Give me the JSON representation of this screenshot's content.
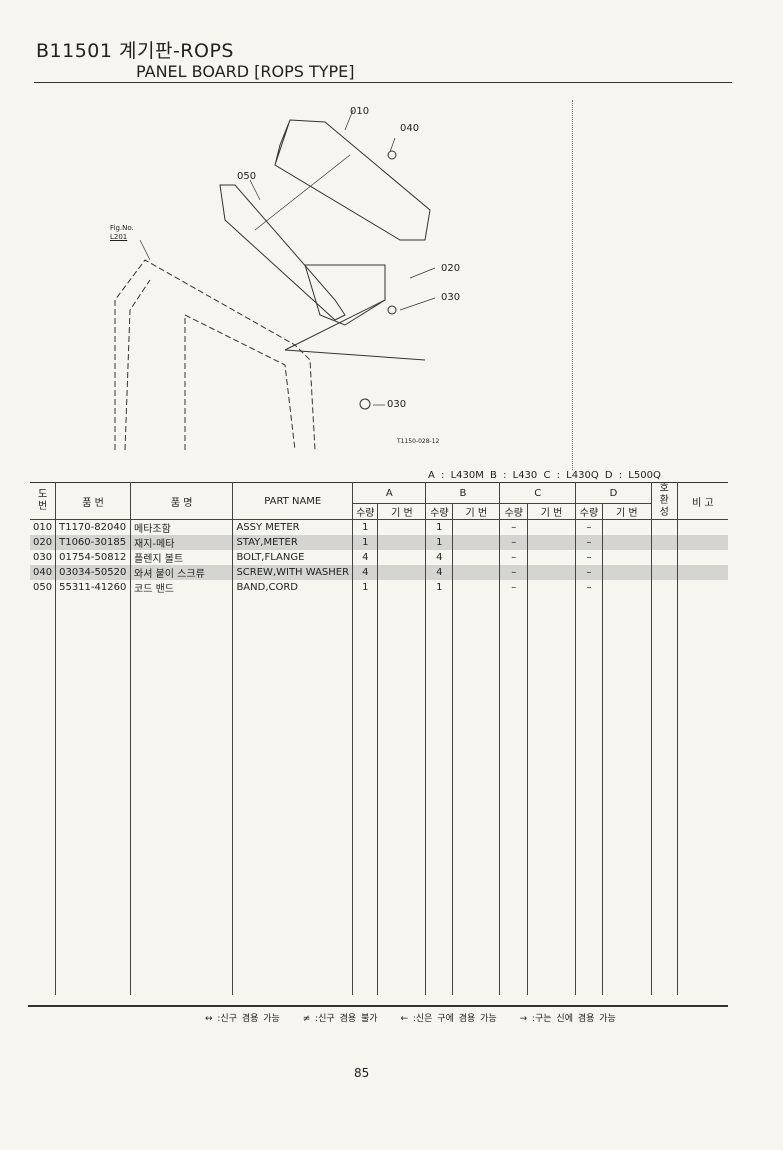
{
  "header": {
    "title": "B11501 계기판-ROPS",
    "subtitle": "PANEL BOARD [ROPS TYPE]"
  },
  "diagram": {
    "fig_label": "Fig.No.",
    "fig_no": "L201",
    "callouts": [
      "010",
      "040",
      "050",
      "020",
      "030",
      "030"
    ],
    "drawing_no": "T1150-028-12"
  },
  "models": "A : L430M   B : L430   C : L430Q   D : L500Q",
  "table": {
    "headers": {
      "no": "도\n번",
      "part_no": "품 번",
      "name_kr": "품 명",
      "part_name": "PART NAME",
      "groups": [
        "A",
        "B",
        "C",
        "D"
      ],
      "qty": "수량",
      "serial": "기 번",
      "compat": "호\n환\n성",
      "remarks": "비 고"
    },
    "rows": [
      {
        "no": "010",
        "part_no": "T1170-82040",
        "name_kr": "메타조함",
        "part_name": "ASSY METER",
        "a": "1",
        "b": "1",
        "c": "–",
        "d": "–",
        "shaded": false
      },
      {
        "no": "020",
        "part_no": "T1060-30185",
        "name_kr": "재지-메타",
        "part_name": "STAY,METER",
        "a": "1",
        "b": "1",
        "c": "–",
        "d": "–",
        "shaded": true
      },
      {
        "no": "030",
        "part_no": "01754-50812",
        "name_kr": "플렌지 볼트",
        "part_name": "BOLT,FLANGE",
        "a": "4",
        "b": "4",
        "c": "–",
        "d": "–",
        "shaded": false
      },
      {
        "no": "040",
        "part_no": "03034-50520",
        "name_kr": "와셔 붙이 스크류",
        "part_name": "SCREW,WITH WASHER",
        "a": "4",
        "b": "4",
        "c": "–",
        "d": "–",
        "shaded": true
      },
      {
        "no": "050",
        "part_no": "55311-41260",
        "name_kr": "코드 밴드",
        "part_name": "BAND,CORD",
        "a": "1",
        "b": "1",
        "c": "–",
        "d": "–",
        "shaded": false
      }
    ]
  },
  "legend": [
    "↔ :신구 겸용 가능",
    "≠ :신구 겸용 불가",
    "← :신은 구에 겸용 가능",
    "→ :구는 신에 겸용 가능"
  ],
  "page_number": "85"
}
